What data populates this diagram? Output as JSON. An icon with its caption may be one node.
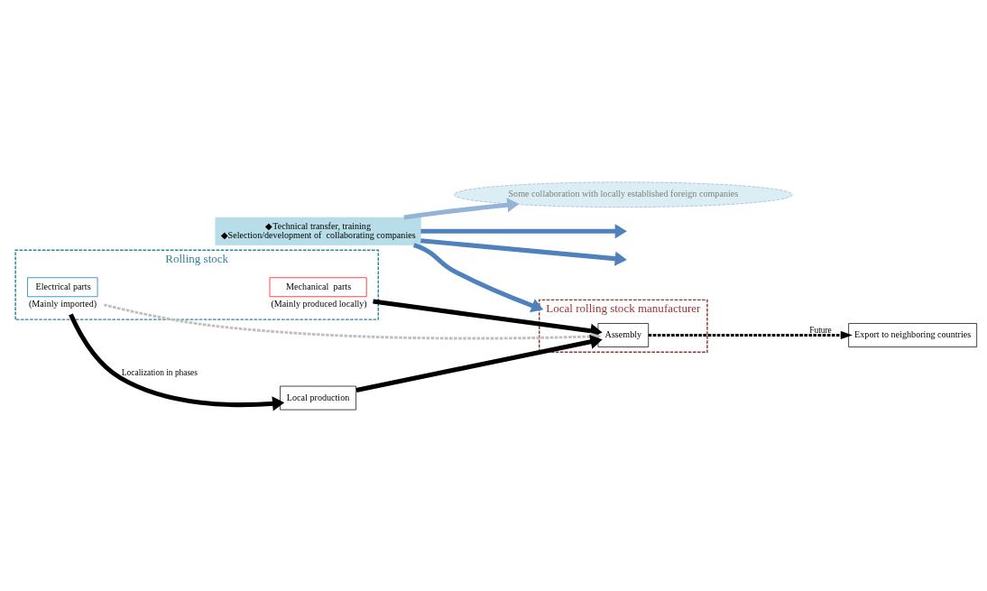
{
  "diagram": {
    "nodes": [
      {
        "text": [
          "◆Technical transfer, training",
          "◆Selection/development of  collaborating companies"
        ]
      },
      {
        "text": [
          "Export to neighboring countries"
        ]
      },
      {
        "text": [
          "Rolling stock"
        ]
      },
      {
        "text": [
          "Mechanical  parts"
        ],
        "in": 2,
        "beside": [
          "(Mainly produced locally)"
        ]
      },
      {
        "text": [
          "Electrical parts"
        ],
        "in": 2,
        "beside": [
          "(Mainly imported)"
        ]
      },
      {
        "text": [
          "Local rolling stock manufacturer"
        ]
      },
      {
        "text": [
          "Assembly"
        ],
        "in": 5
      },
      {
        "text": [
          "Local production"
        ]
      },
      {
        "text": [
          "Some collaboration with locally established foreign companies"
        ]
      }
    ],
    "edges": [
      {
        "from": 3,
        "to": 6,
        "arrow": "to"
      },
      {
        "from": 4,
        "to": 7,
        "arrow": "to",
        "label": "Localization in phases"
      },
      {
        "from": 7,
        "to": 6,
        "arrow": "to"
      },
      {
        "from": 6,
        "to": 1,
        "arrow": "to",
        "style": "dashed",
        "label": "Future"
      },
      {
        "from": 4,
        "to": 6,
        "arrow": "to",
        "style": "dashed",
        "color": "#bfbfbf"
      },
      {
        "from": 0,
        "to": 5,
        "arrow": "to",
        "color": "#4f81bd"
      },
      {
        "from": 0,
        "to": null,
        "arrow": "to",
        "color": "#4f81bd"
      },
      {
        "from": 0,
        "to": null,
        "arrow": "to",
        "color": "#4f81bd"
      },
      {
        "from": 0,
        "to": 8,
        "arrow": "to",
        "color": "#95b3d7"
      }
    ]
  }
}
